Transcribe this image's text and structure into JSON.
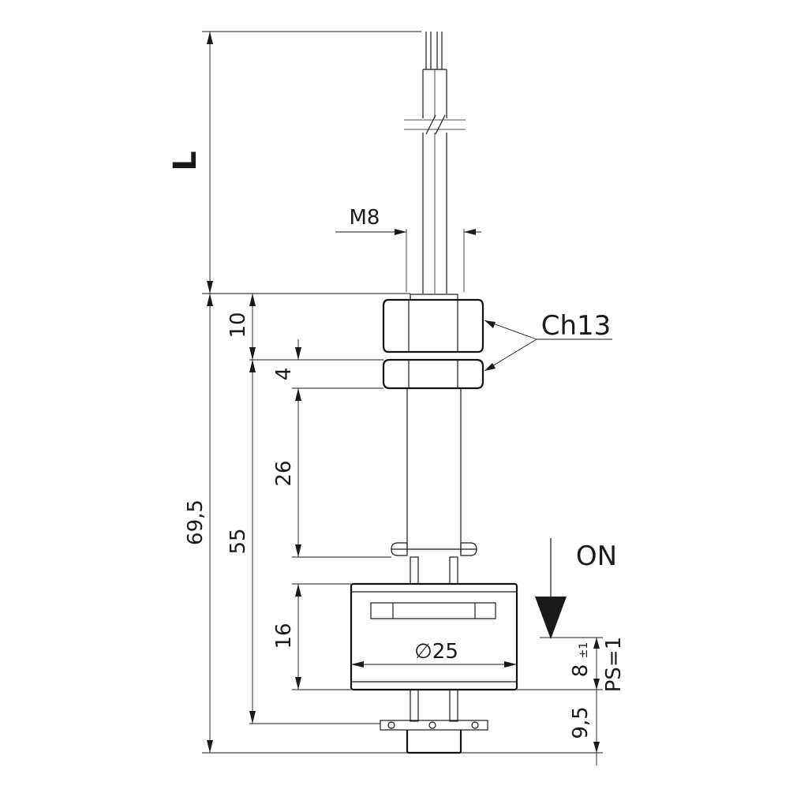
{
  "diagram": {
    "labels": {
      "length": "L",
      "thread": "M8",
      "wrench": "Ch13",
      "state": "ON",
      "diameter": "∅25",
      "switch_point": "PS=1"
    },
    "dimensions": {
      "d10": "10",
      "d4": "4",
      "d26": "26",
      "d69_5": "69,5",
      "d55": "55",
      "d16": "16",
      "d8": "8",
      "d8_tol": "±1",
      "d9_5": "9,5"
    }
  }
}
